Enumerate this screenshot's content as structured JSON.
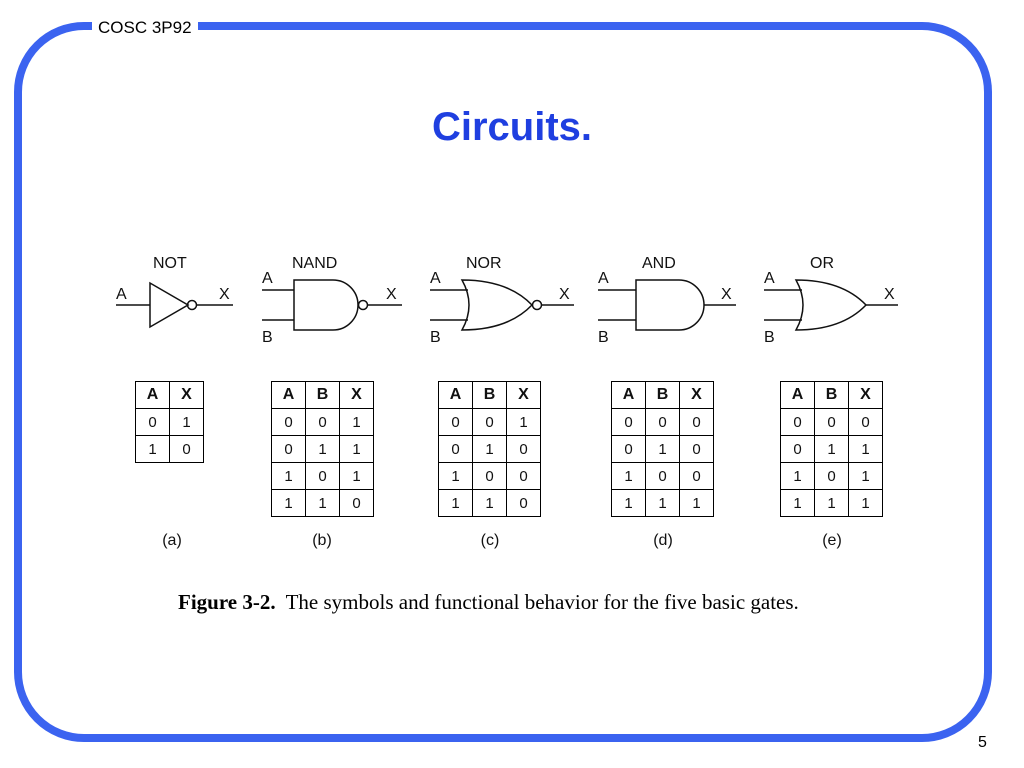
{
  "header": {
    "course": "COSC 3P92"
  },
  "slide": {
    "title": "Circuits.",
    "page": "5"
  },
  "colors": {
    "accent": "#3b63f0",
    "title": "#1f3fe0"
  },
  "figure": {
    "caption_label": "Figure 3-2.",
    "caption_text": "The symbols and functional behavior for the five basic gates.",
    "gates": [
      {
        "name": "NOT",
        "sub": "(a)",
        "input_a": "A",
        "output": "X",
        "headers": [
          "A",
          "X"
        ],
        "rows": [
          [
            "0",
            "1"
          ],
          [
            "1",
            "0"
          ]
        ]
      },
      {
        "name": "NAND",
        "sub": "(b)",
        "input_a": "A",
        "input_b": "B",
        "output": "X",
        "headers": [
          "A",
          "B",
          "X"
        ],
        "rows": [
          [
            "0",
            "0",
            "1"
          ],
          [
            "0",
            "1",
            "1"
          ],
          [
            "1",
            "0",
            "1"
          ],
          [
            "1",
            "1",
            "0"
          ]
        ]
      },
      {
        "name": "NOR",
        "sub": "(c)",
        "input_a": "A",
        "input_b": "B",
        "output": "X",
        "headers": [
          "A",
          "B",
          "X"
        ],
        "rows": [
          [
            "0",
            "0",
            "1"
          ],
          [
            "0",
            "1",
            "0"
          ],
          [
            "1",
            "0",
            "0"
          ],
          [
            "1",
            "1",
            "0"
          ]
        ]
      },
      {
        "name": "AND",
        "sub": "(d)",
        "input_a": "A",
        "input_b": "B",
        "output": "X",
        "headers": [
          "A",
          "B",
          "X"
        ],
        "rows": [
          [
            "0",
            "0",
            "0"
          ],
          [
            "0",
            "1",
            "0"
          ],
          [
            "1",
            "0",
            "0"
          ],
          [
            "1",
            "1",
            "1"
          ]
        ]
      },
      {
        "name": "OR",
        "sub": "(e)",
        "input_a": "A",
        "input_b": "B",
        "output": "X",
        "headers": [
          "A",
          "B",
          "X"
        ],
        "rows": [
          [
            "0",
            "0",
            "0"
          ],
          [
            "0",
            "1",
            "1"
          ],
          [
            "1",
            "0",
            "1"
          ],
          [
            "1",
            "1",
            "1"
          ]
        ]
      }
    ]
  }
}
